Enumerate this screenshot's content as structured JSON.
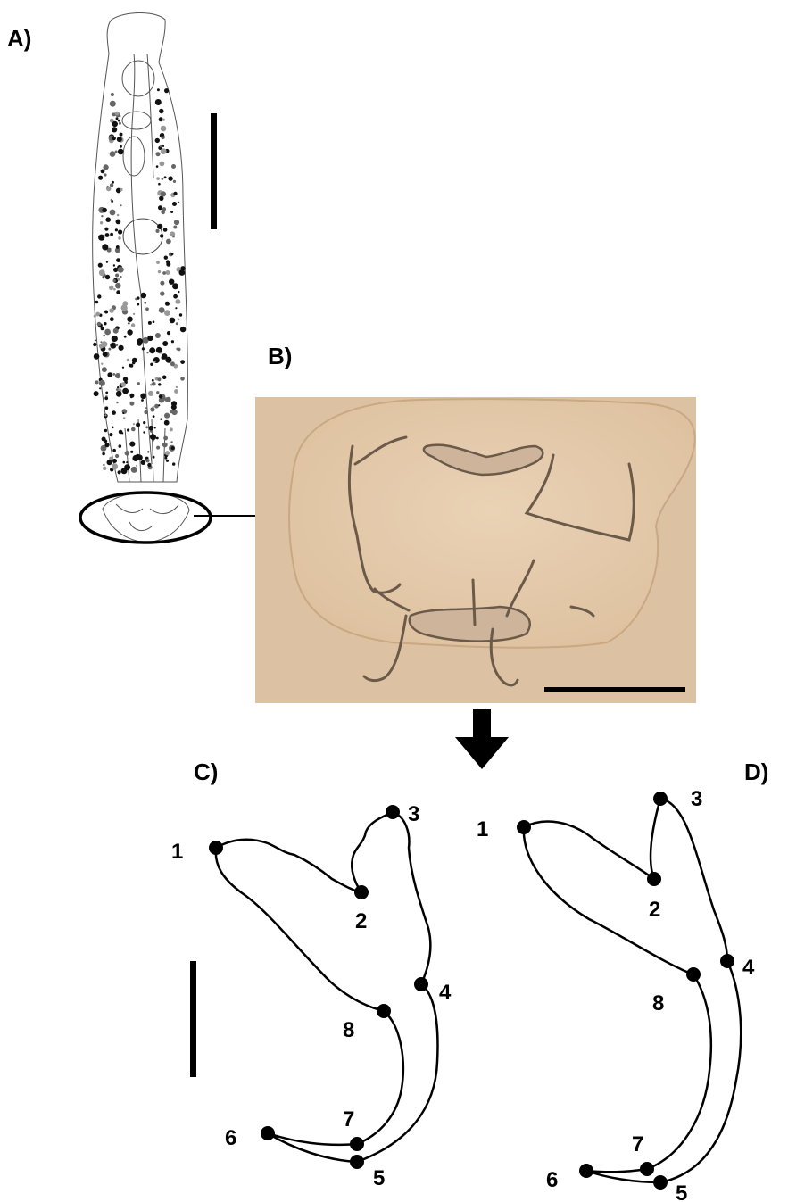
{
  "panels": {
    "a": "A)",
    "b": "B)",
    "c": "C)",
    "d": "D)"
  },
  "landmarks_c": [
    "1",
    "2",
    "3",
    "4",
    "5",
    "6",
    "7",
    "8"
  ],
  "landmarks_d": [
    "1",
    "2",
    "3",
    "4",
    "5",
    "6",
    "7",
    "8"
  ],
  "colors": {
    "ink": "#000000",
    "micrograph_bg": "#e3c8a8",
    "micrograph_edge": "#c9a883",
    "hook_stroke": "#6b5a4a"
  },
  "icons": {
    "arrow_right": "arrow-right-icon",
    "arrow_down": "arrow-down-icon"
  }
}
